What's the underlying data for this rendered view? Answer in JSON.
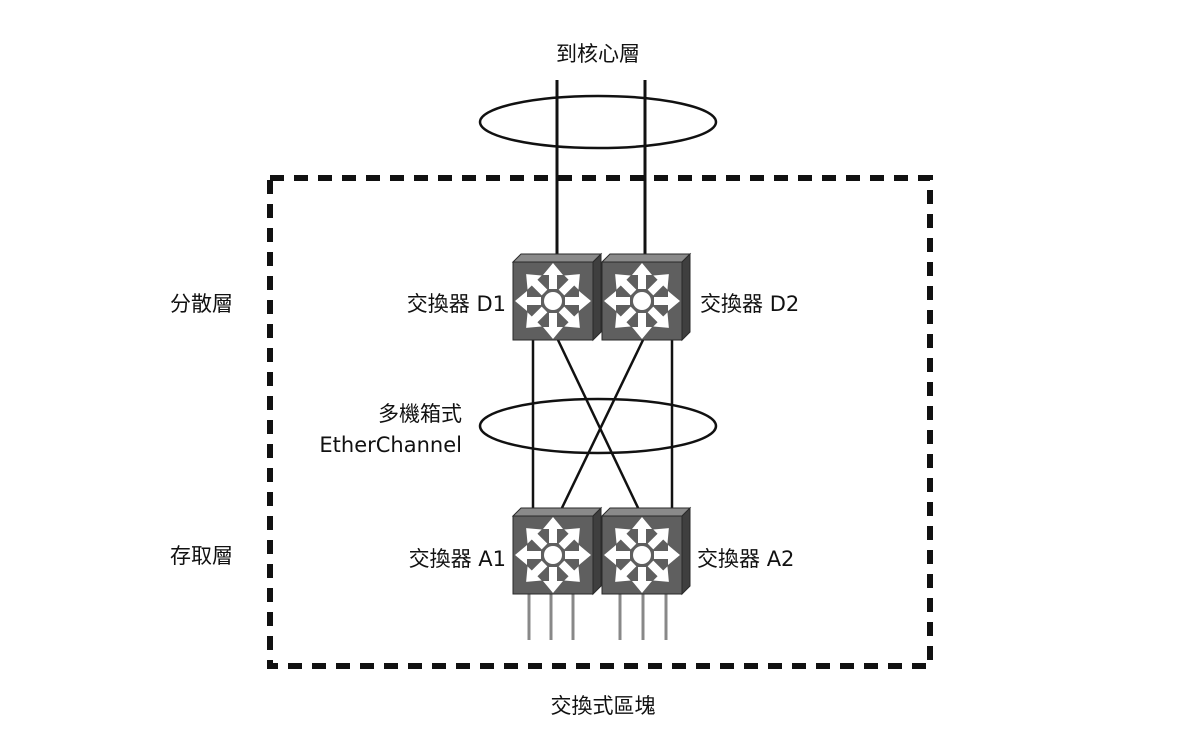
{
  "labels": {
    "to_core": "到核心層",
    "distribution_layer": "分散層",
    "access_layer": "存取層",
    "multichassis_line1": "多機箱式",
    "multichassis_line2": "EtherChannel",
    "switch_block": "交換式區塊"
  },
  "switches": {
    "d1": {
      "prefix": "交換器",
      "id": "D1"
    },
    "d2": {
      "prefix": "交換器",
      "id": "D2"
    },
    "a1": {
      "prefix": "交換器",
      "id": "A1"
    },
    "a2": {
      "prefix": "交換器",
      "id": "A2"
    }
  },
  "colors": {
    "switch_face": "#5f5f5f",
    "switch_top": "#8a8a8a",
    "switch_side": "#3f3f3f",
    "arrow": "#ffffff",
    "lines": "#111111",
    "access_links": "#888888",
    "border": "#111111"
  },
  "icons": [
    "router-switch-icon"
  ]
}
